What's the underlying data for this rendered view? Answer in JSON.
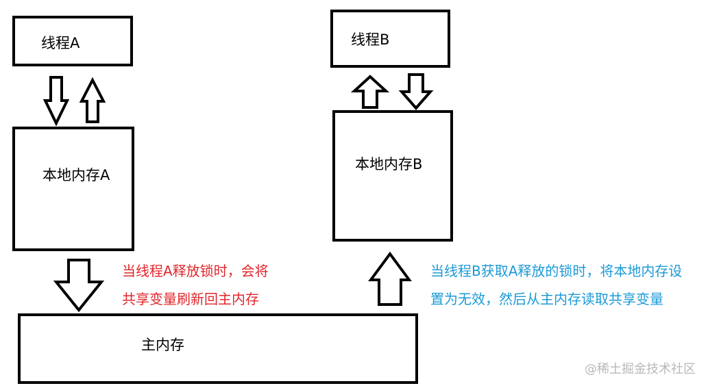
{
  "boxes": {
    "thread_a": "线程A",
    "local_memory_a": "本地内存A",
    "thread_b": "线程B",
    "local_memory_b": "本地内存B",
    "main_memory": "主内存"
  },
  "notes": {
    "release": {
      "color": "#e0262b",
      "lines": [
        "当线程A释放锁时，会将",
        "共享变量刷新回主内存"
      ]
    },
    "acquire": {
      "color": "#1b9ad6",
      "lines": [
        "当线程B获取A释放的锁时，将本地内存设",
        "置为无效，然后从主内存读取共享变量"
      ]
    }
  },
  "arrows": [
    {
      "between": "thread_a-local_memory_a",
      "direction": "down"
    },
    {
      "between": "thread_a-local_memory_a",
      "direction": "up"
    },
    {
      "between": "thread_b-local_memory_b",
      "direction": "up"
    },
    {
      "between": "thread_b-local_memory_b",
      "direction": "down"
    },
    {
      "between": "local_memory_a-main_memory",
      "direction": "down"
    },
    {
      "between": "main_memory-local_memory_b",
      "direction": "up"
    }
  ],
  "watermark": "@稀土掘金技术社区"
}
